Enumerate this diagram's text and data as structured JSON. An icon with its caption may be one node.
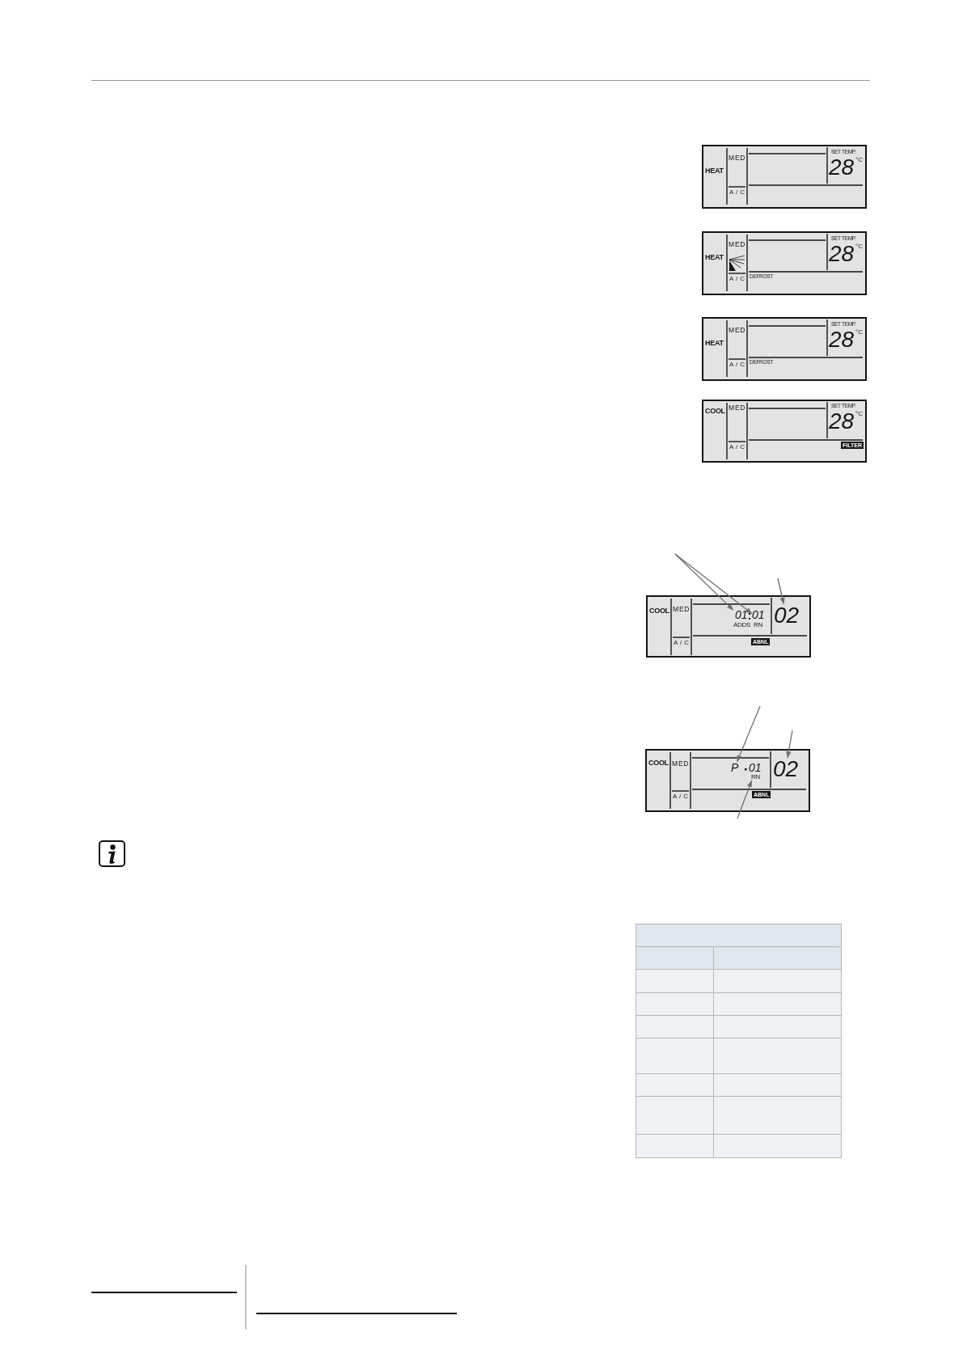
{
  "diagram": {
    "nodes": [
      {
        "text": [
          "HEAT",
          "MED",
          "A / C",
          "SET TEMP.",
          "28",
          "°C"
        ]
      },
      {
        "text": [
          "HEAT",
          "MED",
          "A / C",
          "SET TEMP.",
          "28",
          "°C",
          "DEFROST"
        ]
      },
      {
        "text": [
          "HEAT",
          "MED",
          "A / C",
          "SET TEMP.",
          "28",
          "°C",
          "DEFROST"
        ]
      },
      {
        "text": [
          "COOL",
          "MED",
          "A / C",
          "SET TEMP.",
          "28",
          "°C",
          "FILTER"
        ]
      },
      {
        "text": [
          "COOL",
          "MED",
          "A / C",
          "ABNL"
        ]
      },
      {
        "text": [
          "01",
          "ADDS"
        ],
        "in": 4
      },
      {
        "text": [
          "01",
          "RN"
        ],
        "in": 4
      },
      {
        "text": [
          "02"
        ],
        "in": 4
      },
      {
        "text": [
          "COOL",
          "MED",
          "A / C",
          "ABNL"
        ]
      },
      {
        "text": [
          "P"
        ],
        "in": 8
      },
      {
        "text": [
          "01",
          "RN"
        ],
        "in": 8
      },
      {
        "text": [
          "02"
        ],
        "in": 8
      }
    ],
    "edges": [
      {
        "from": null,
        "to": 5,
        "arrow": "to"
      },
      {
        "from": null,
        "to": 6,
        "arrow": "to"
      },
      {
        "from": null,
        "to": 7,
        "arrow": "to"
      },
      {
        "from": null,
        "to": 9,
        "arrow": "to"
      },
      {
        "from": null,
        "to": 11,
        "arrow": "to"
      },
      {
        "from": null,
        "to": 10,
        "arrow": "to"
      }
    ]
  }
}
